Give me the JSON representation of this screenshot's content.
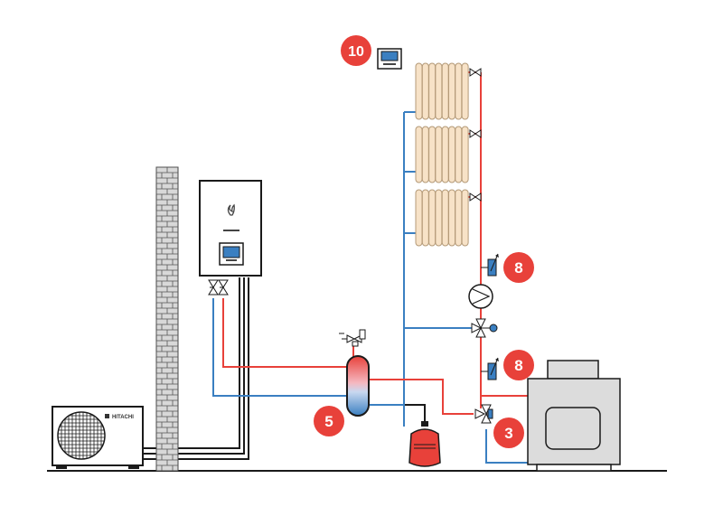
{
  "colors": {
    "hot_pipe": "#e8413a",
    "cold_pipe": "#3a7fc1",
    "pipe_black": "#1a1a1a",
    "badge_fill": "#e8413a",
    "radiator_fill": "#f7e2c7",
    "radiator_stroke": "#b49a78",
    "brick_fill": "#d8d8d8",
    "brick_line": "#555555",
    "expansion_vessel": "#e8413a",
    "boiler_body": "#dcdcdc"
  },
  "badges": [
    {
      "id": "controller",
      "label": "10"
    },
    {
      "id": "sensor-top",
      "label": "8"
    },
    {
      "id": "sensor-bottom",
      "label": "8"
    },
    {
      "id": "buffer-tank",
      "label": "5"
    },
    {
      "id": "mixing-valve",
      "label": "3"
    }
  ],
  "outdoor_unit": {
    "brand": "HITACHI"
  },
  "icons": {
    "controller": "thermostat-display-icon",
    "flame": "flame-icon",
    "pump": "circulator-pump-icon",
    "valve": "two-way-valve-icon",
    "three_way_valve": "three-way-valve-icon",
    "sensor": "temperature-sensor-icon",
    "safety_valve": "safety-valve-icon"
  }
}
